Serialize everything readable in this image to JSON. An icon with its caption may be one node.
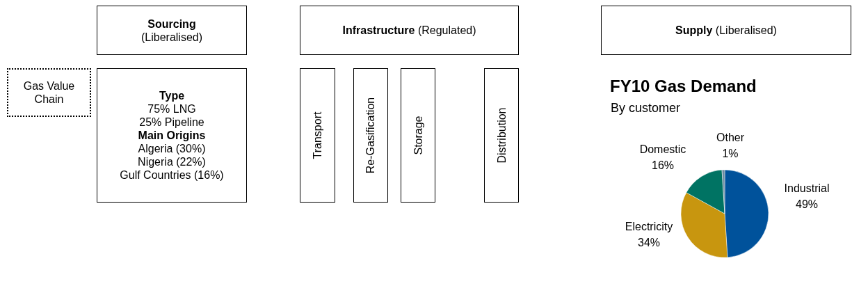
{
  "diagram": {
    "nodes": [
      {
        "text": [
          "**Sourcing** (Liberalised)"
        ]
      },
      {
        "text": [
          "**Infrastructure** (Regulated)"
        ]
      },
      {
        "text": [
          "**Supply** (Liberalised)"
        ]
      },
      {
        "text": [
          "Gas Value Chain"
        ]
      },
      {
        "text": [
          "Type",
          "75% LNG",
          "25% Pipeline",
          "Main Origins",
          "Algeria (30%)",
          "Nigeria (22%)",
          "Gulf Countries (16%)"
        ]
      },
      {
        "text": [
          "Transport"
        ]
      },
      {
        "text": [
          "Re-Gasification"
        ]
      },
      {
        "text": [
          "Storage"
        ]
      },
      {
        "text": [
          "Distribution"
        ]
      }
    ],
    "edges": [],
    "labels": [
      "By customer"
    ],
    "chart_data": {
      "type": "pie",
      "title": "FY10 Gas Demand",
      "categories": [
        "Industrial",
        "Electricity",
        "Domestic",
        "Other"
      ],
      "values": [
        49,
        34,
        16,
        1
      ],
      "value_labels": [
        "49%",
        "34%",
        "16%",
        "1%"
      ]
    }
  }
}
